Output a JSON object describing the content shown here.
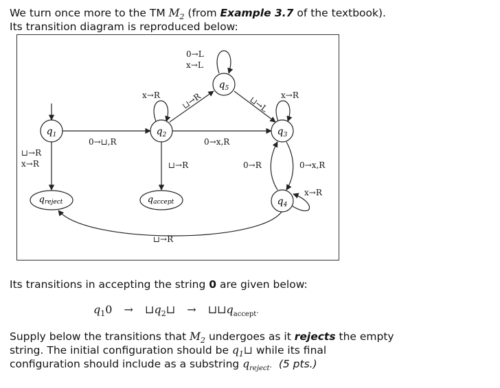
{
  "intro": {
    "line1_pre": "We turn once more to the TM ",
    "machine": "M",
    "machine_sub": "2",
    "line1_mid": " (from ",
    "example": "Example 3.7",
    "line1_post": " of the textbook).",
    "line2": "Its transition diagram is reproduced below:"
  },
  "diagram": {
    "states": [
      {
        "id": "q1",
        "base": "q",
        "sub": "1"
      },
      {
        "id": "q2",
        "base": "q",
        "sub": "2"
      },
      {
        "id": "q3",
        "base": "q",
        "sub": "3"
      },
      {
        "id": "q4",
        "base": "q",
        "sub": "4"
      },
      {
        "id": "q5",
        "base": "q",
        "sub": "5"
      },
      {
        "id": "qreject",
        "base": "q",
        "sub": "reject"
      },
      {
        "id": "qaccept",
        "base": "q",
        "sub": "accept"
      }
    ],
    "labels": {
      "q5_loop_1": "0→L",
      "q5_loop_2": "x→L",
      "q2_loop": "x→R",
      "q2_q5": "⊔→R",
      "q5_q3": "⊔→L",
      "q3_loop": "x→R",
      "q1_q2": "0→⊔,R",
      "q2_q3": "0→x,R",
      "q1_rej_1": "⊔→R",
      "q1_rej_2": "x→R",
      "q2_acc": "⊔→R",
      "q4_q3": "0→R",
      "q3_q4": "0→x,R",
      "q4_loop": "x→R",
      "q4_rej": "⊔→R"
    }
  },
  "accepting": {
    "sentence_pre": "Its transitions in accepting the string ",
    "string": "0",
    "sentence_post": " are given below:",
    "c1_state": "q",
    "c1_sub": "1",
    "c1_tape": "0",
    "arrow": "→",
    "c2_pre": "⊔",
    "c2_state": "q",
    "c2_sub": "2",
    "c2_post": "⊔",
    "c3_pre": "⊔⊔",
    "c3_state": "q",
    "c3_sub": "accept",
    "c3_dot": "."
  },
  "task": {
    "l1_pre": "Supply below the transitions that ",
    "machine": "M",
    "machine_sub": "2",
    "l1_mid": " undergoes as it ",
    "rejects": "rejects",
    "l1_post": " the empty",
    "l2_pre": "string.  The initial configuration should be ",
    "init_state": "q",
    "init_sub": "1",
    "init_tape": "⊔",
    "l2_post": " while its final",
    "l3_pre": "configuration should include as a substring ",
    "final_state": "q",
    "final_sub": "reject",
    "final_dot": ".",
    "points": "(5 pts.)"
  }
}
